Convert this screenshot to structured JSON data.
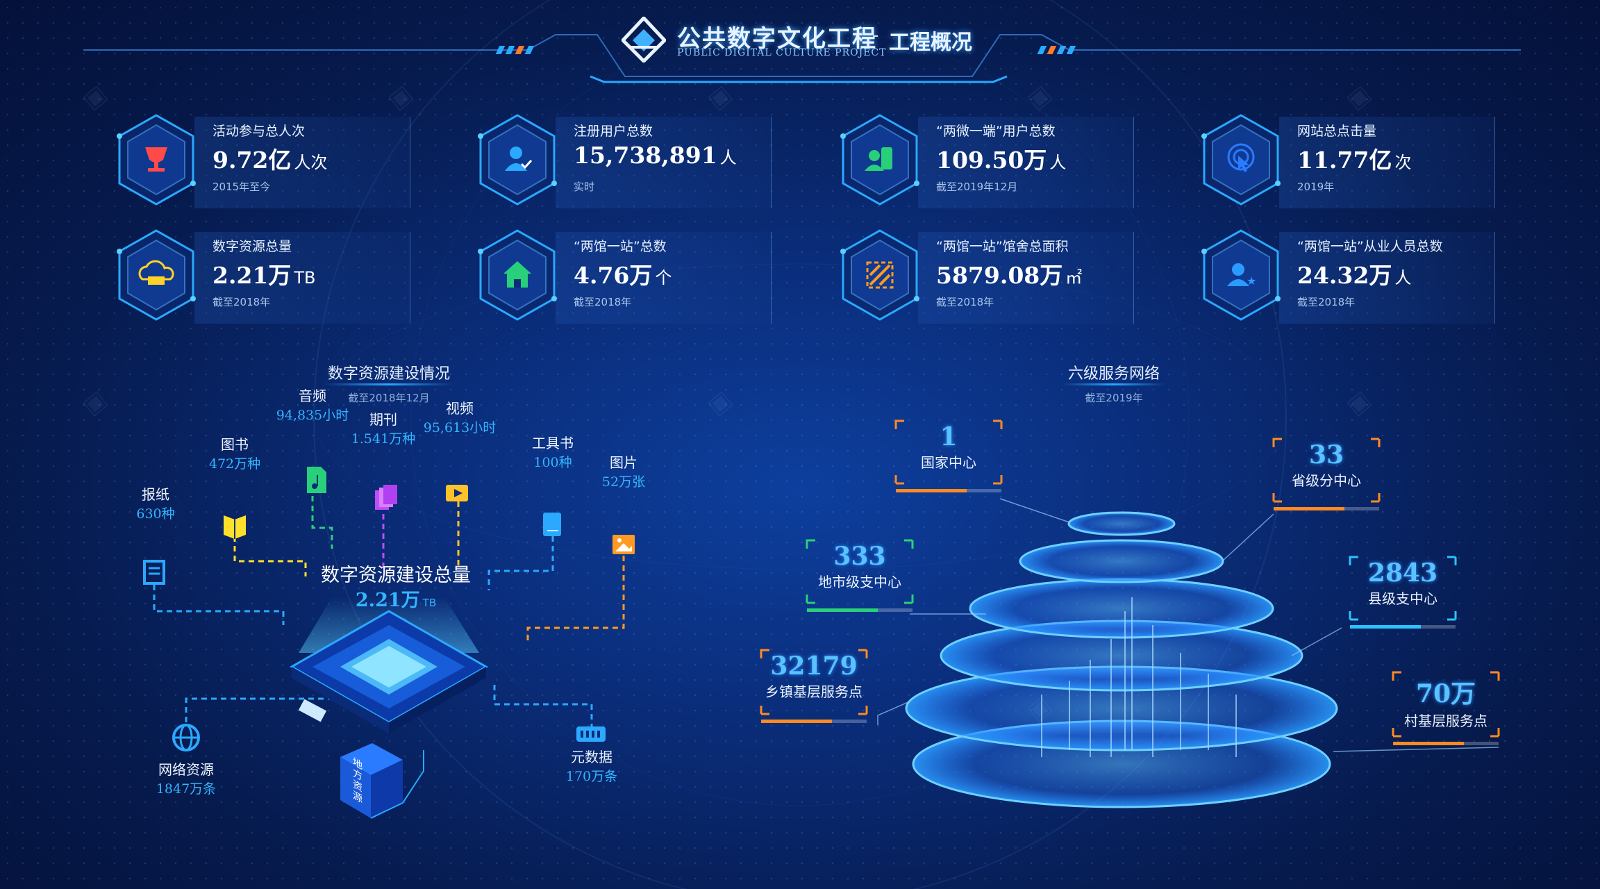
{
  "header": {
    "title": "公共数字文化工程",
    "subtitle": "PUBLIC DIGITAL CULTURE PROJECT",
    "separator": "-",
    "page": "工程概况"
  },
  "stats": [
    {
      "label": "活动参与总人次",
      "value": "9.72亿",
      "unit": "人次",
      "note": "2015年至今",
      "icon": "trophy-icon",
      "color": "#ff4a4a"
    },
    {
      "label": "注册用户总数",
      "value": "15,738,891",
      "unit": "人",
      "note": "实时",
      "icon": "user-check-icon",
      "color": "#2aa9ff"
    },
    {
      "label": "“两微一端”用户总数",
      "value": "109.50万",
      "unit": "人",
      "note": "截至2019年12月",
      "icon": "phone-user-icon",
      "color": "#28d07a"
    },
    {
      "label": "网站总点击量",
      "value": "11.77亿",
      "unit": "次",
      "note": "2019年",
      "icon": "click-icon",
      "color": "#2a7bff"
    },
    {
      "label": "数字资源总量",
      "value": "2.21万",
      "unit": "TB",
      "note": "截至2018年",
      "icon": "cloud-storage-icon",
      "color": "#ffd22a"
    },
    {
      "label": "“两馆一站”总数",
      "value": "4.76万",
      "unit": "个",
      "note": "截至2018年",
      "icon": "house-icon",
      "color": "#28d07a"
    },
    {
      "label": "“两馆一站”馆舍总面积",
      "value": "5879.08万",
      "unit": "㎡",
      "note": "截至2018年",
      "icon": "area-icon",
      "color": "#ff9a22"
    },
    {
      "label": "“两馆一站”从业人员总数",
      "value": "24.32万",
      "unit": "人",
      "note": "截至2018年",
      "icon": "staff-icon",
      "color": "#2a9bff"
    }
  ],
  "resources": {
    "title": "数字资源建设情况",
    "subtitle": "截至2018年12月",
    "center_label": "数字资源建设总量",
    "center_value": "2.21万",
    "center_unit": "TB",
    "server_text": "地方资源",
    "items": [
      {
        "label": "报纸",
        "value": "630种",
        "icon": "newspaper-icon",
        "color": "#2aa9ff"
      },
      {
        "label": "图书",
        "value": "472万种",
        "icon": "book-icon",
        "color": "#ffe02a"
      },
      {
        "label": "音频",
        "value": "94,835小时",
        "icon": "audio-file-icon",
        "color": "#28d07a"
      },
      {
        "label": "期刊",
        "value": "1.541万种",
        "icon": "journal-icon",
        "color": "#c04cff"
      },
      {
        "label": "视频",
        "value": "95,613小时",
        "icon": "video-icon",
        "color": "#ffc22a"
      },
      {
        "label": "工具书",
        "value": "100种",
        "icon": "reference-book-icon",
        "color": "#2aa9ff"
      },
      {
        "label": "图片",
        "value": "52万张",
        "icon": "image-icon",
        "color": "#ff9a22"
      },
      {
        "label": "网络资源",
        "value": "1847万条",
        "icon": "globe-icon",
        "color": "#2aa9ff"
      },
      {
        "label": "元数据",
        "value": "170万条",
        "icon": "metadata-icon",
        "color": "#2aa9ff"
      }
    ]
  },
  "network": {
    "title": "六级服务网络",
    "subtitle": "截至2019年",
    "levels": [
      {
        "number": "1",
        "label": "国家中心",
        "color": "#ff8a22"
      },
      {
        "number": "33",
        "label": "省级分中心",
        "color": "#ff8a22"
      },
      {
        "number": "333",
        "label": "地市级支中心",
        "color": "#28d07a"
      },
      {
        "number": "2843",
        "label": "县级支中心",
        "color": "#2ac3ff"
      },
      {
        "number": "32179",
        "label": "乡镇基层服务点",
        "color": "#ff8a22"
      },
      {
        "number": "70万",
        "label": "村基层服务点",
        "color": "#ff8a22"
      }
    ]
  }
}
